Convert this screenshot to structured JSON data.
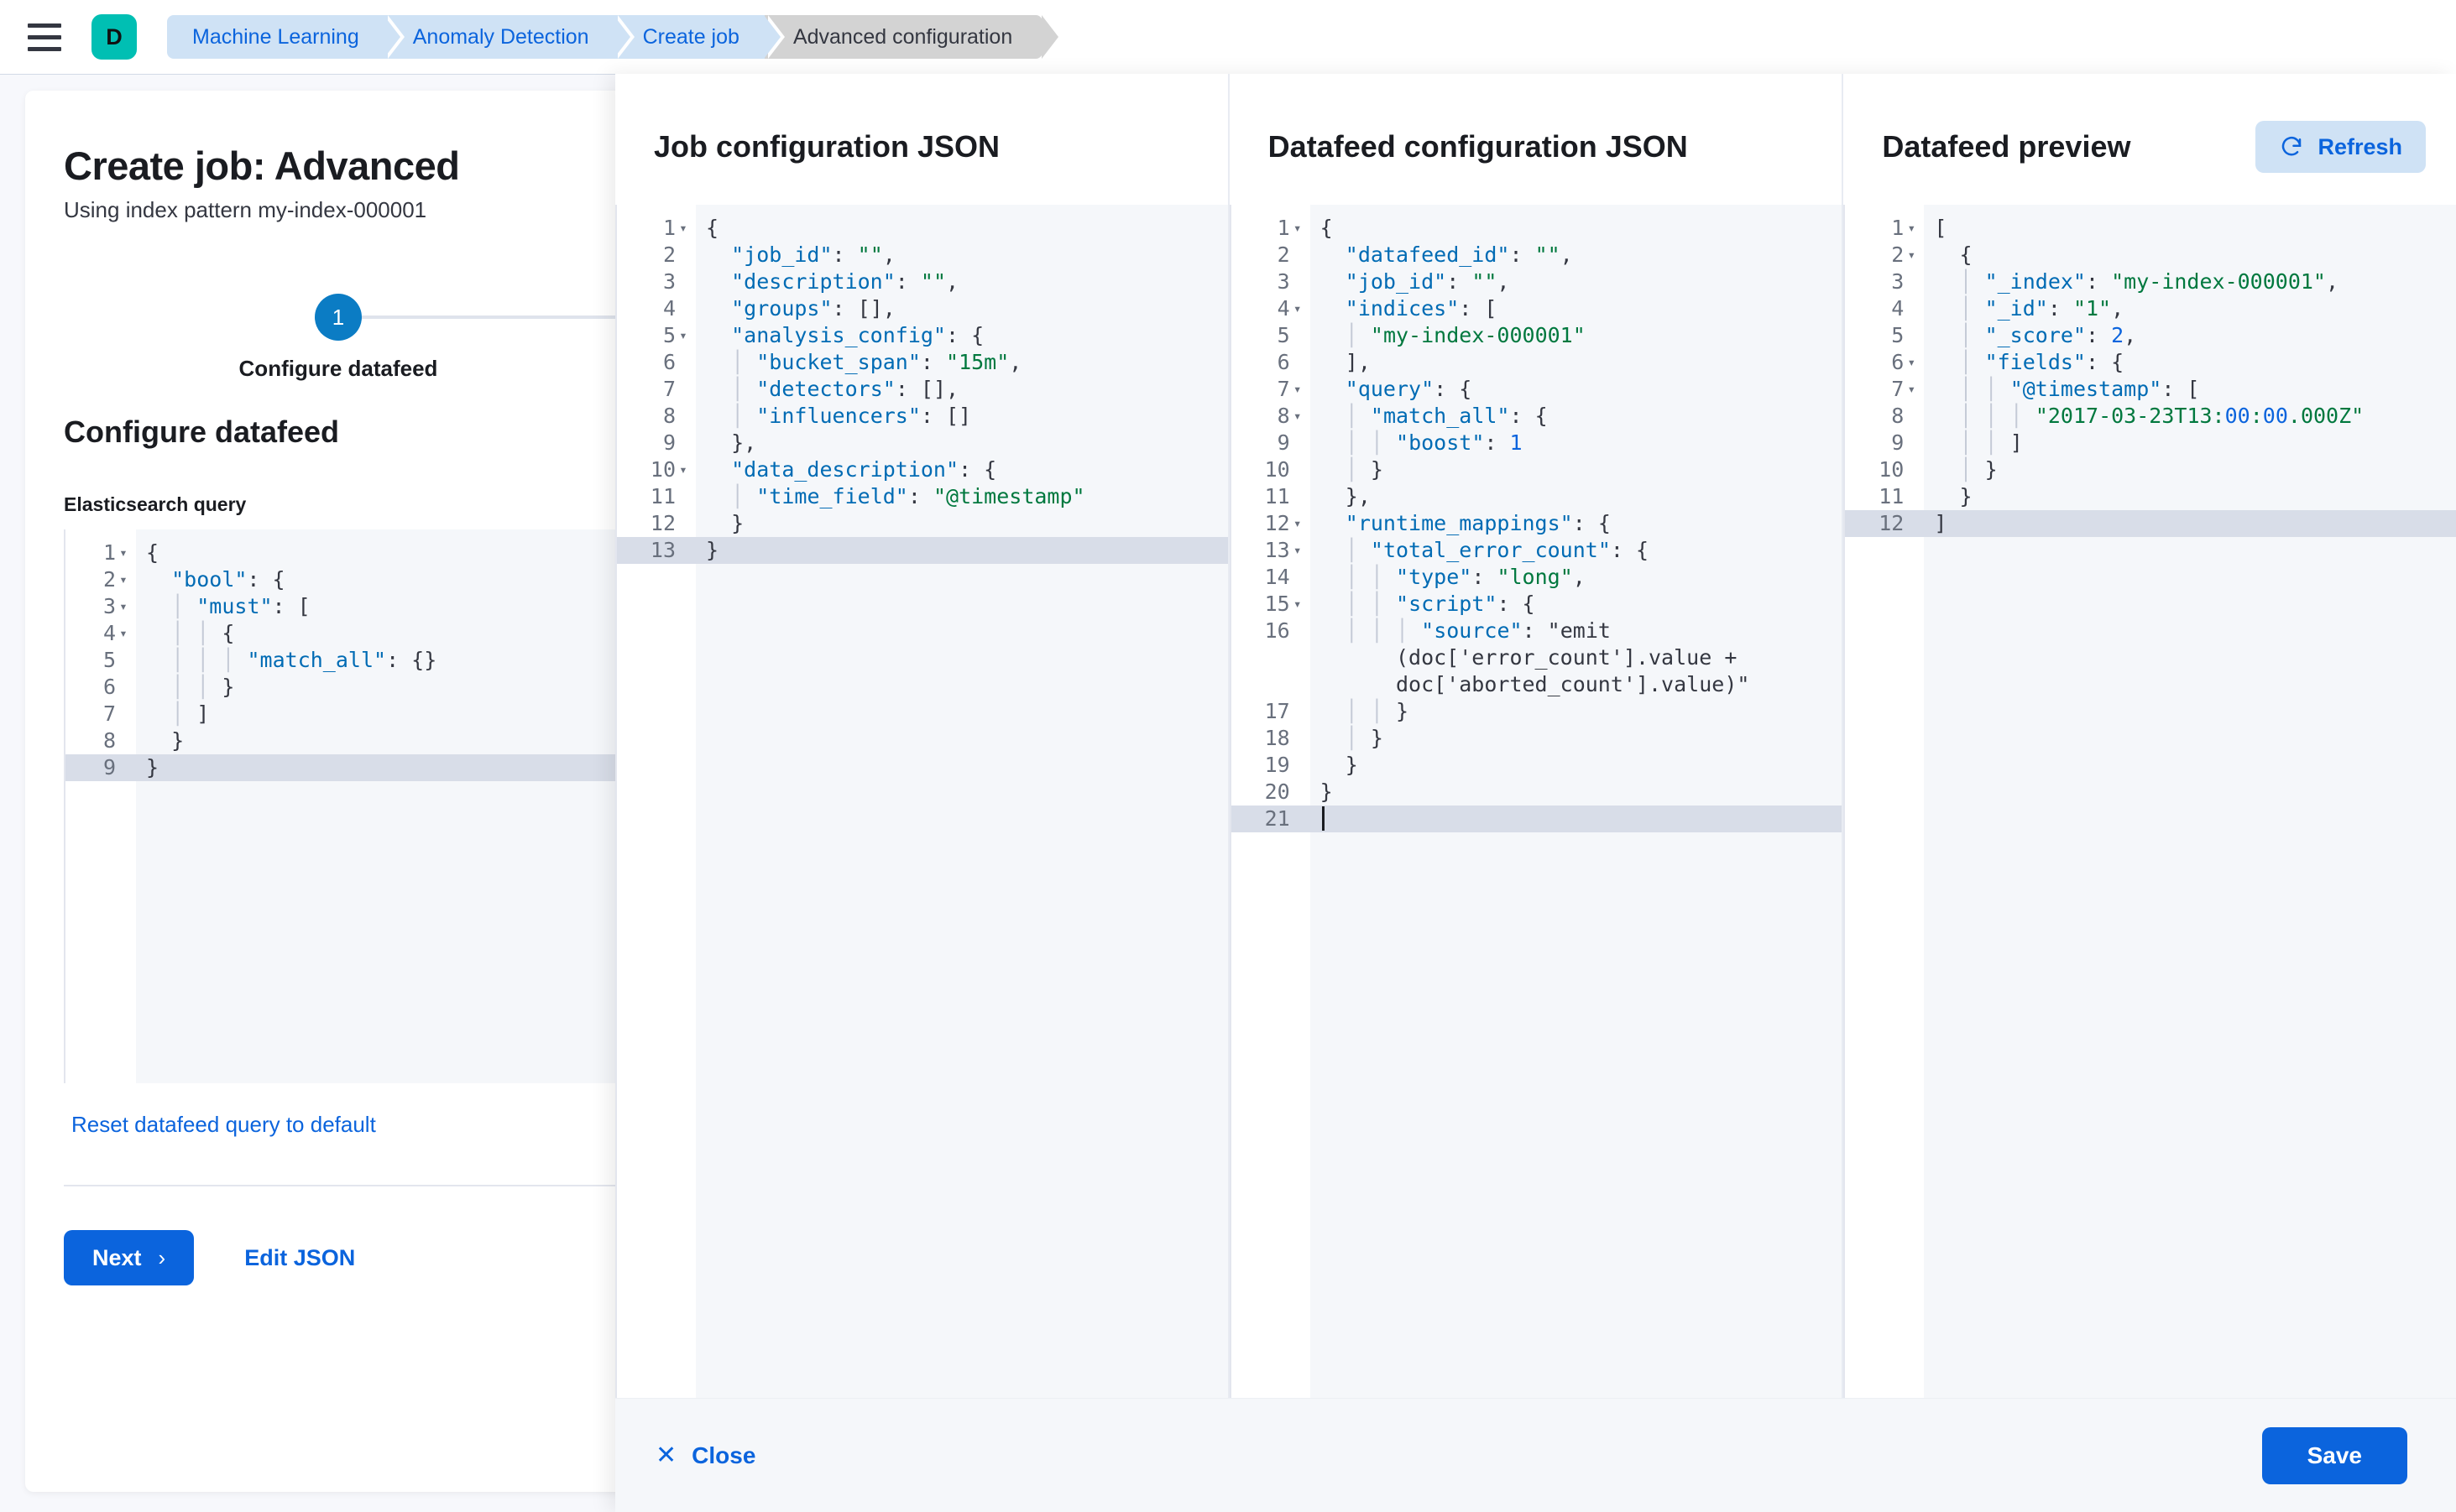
{
  "topbar": {
    "menu_icon": "hamburger-icon",
    "logo_letter": "D",
    "breadcrumbs": [
      {
        "label": "Machine Learning",
        "active": false
      },
      {
        "label": "Anomaly Detection",
        "active": false
      },
      {
        "label": "Create job",
        "active": false
      },
      {
        "label": "Advanced configuration",
        "active": true
      }
    ]
  },
  "page": {
    "title": "Create job: Advanced",
    "subtitle": "Using index pattern my-index-000001",
    "step_number": "1",
    "step_label": "Configure datafeed",
    "section_title": "Configure datafeed",
    "field_label": "Elasticsearch query",
    "reset_link": "Reset datafeed query to default",
    "next_label": "Next",
    "next_chevron": "›",
    "edit_json_label": "Edit JSON",
    "query_lines": [
      {
        "num": "1",
        "fold": true,
        "text": "{"
      },
      {
        "num": "2",
        "fold": true,
        "text": "  \"bool\": {"
      },
      {
        "num": "3",
        "fold": true,
        "text": "  │ \"must\": ["
      },
      {
        "num": "4",
        "fold": true,
        "text": "  │ │ {"
      },
      {
        "num": "5",
        "fold": false,
        "text": "  │ │ │ \"match_all\": {}"
      },
      {
        "num": "6",
        "fold": false,
        "text": "  │ │ }"
      },
      {
        "num": "7",
        "fold": false,
        "text": "  │ ]"
      },
      {
        "num": "8",
        "fold": false,
        "text": "  }"
      },
      {
        "num": "9",
        "fold": false,
        "text": "}",
        "hl": true
      }
    ]
  },
  "flyout": {
    "columns": [
      {
        "title": "Job configuration JSON",
        "has_refresh": false,
        "lines": [
          {
            "num": "1",
            "fold": true,
            "text": "{"
          },
          {
            "num": "2",
            "fold": false,
            "text": "  \"job_id\": \"\","
          },
          {
            "num": "3",
            "fold": false,
            "text": "  \"description\": \"\","
          },
          {
            "num": "4",
            "fold": false,
            "text": "  \"groups\": [],"
          },
          {
            "num": "5",
            "fold": true,
            "text": "  \"analysis_config\": {"
          },
          {
            "num": "6",
            "fold": false,
            "text": "  │ \"bucket_span\": \"15m\","
          },
          {
            "num": "7",
            "fold": false,
            "text": "  │ \"detectors\": [],"
          },
          {
            "num": "8",
            "fold": false,
            "text": "  │ \"influencers\": []"
          },
          {
            "num": "9",
            "fold": false,
            "text": "  },"
          },
          {
            "num": "10",
            "fold": true,
            "text": "  \"data_description\": {"
          },
          {
            "num": "11",
            "fold": false,
            "text": "  │ \"time_field\": \"@timestamp\""
          },
          {
            "num": "12",
            "fold": false,
            "text": "  }"
          },
          {
            "num": "13",
            "fold": false,
            "text": "}",
            "hl": true
          }
        ]
      },
      {
        "title": "Datafeed configuration JSON",
        "has_refresh": false,
        "lines": [
          {
            "num": "1",
            "fold": true,
            "text": "{"
          },
          {
            "num": "2",
            "fold": false,
            "text": "  \"datafeed_id\": \"\","
          },
          {
            "num": "3",
            "fold": false,
            "text": "  \"job_id\": \"\","
          },
          {
            "num": "4",
            "fold": true,
            "text": "  \"indices\": ["
          },
          {
            "num": "5",
            "fold": false,
            "text": "  │ \"my-index-000001\""
          },
          {
            "num": "6",
            "fold": false,
            "text": "  ],"
          },
          {
            "num": "7",
            "fold": true,
            "text": "  \"query\": {"
          },
          {
            "num": "8",
            "fold": true,
            "text": "  │ \"match_all\": {"
          },
          {
            "num": "9",
            "fold": false,
            "text": "  │ │ \"boost\": 1"
          },
          {
            "num": "10",
            "fold": false,
            "text": "  │ }"
          },
          {
            "num": "11",
            "fold": false,
            "text": "  },"
          },
          {
            "num": "12",
            "fold": true,
            "text": "  \"runtime_mappings\": {"
          },
          {
            "num": "13",
            "fold": true,
            "text": "  │ \"total_error_count\": {"
          },
          {
            "num": "14",
            "fold": false,
            "text": "  │ │ \"type\": \"long\","
          },
          {
            "num": "15",
            "fold": true,
            "text": "  │ │ \"script\": {"
          },
          {
            "num": "16",
            "fold": false,
            "wrap": true,
            "text": "  │ │ │ \"source\": \"emit\n      (doc['error_count'].value +\n      doc['aborted_count'].value)\""
          },
          {
            "num": "17",
            "fold": false,
            "text": "  │ │ }"
          },
          {
            "num": "18",
            "fold": false,
            "text": "  │ }"
          },
          {
            "num": "19",
            "fold": false,
            "text": "  }"
          },
          {
            "num": "20",
            "fold": false,
            "text": "}"
          },
          {
            "num": "21",
            "fold": false,
            "text": "",
            "hl": true,
            "caret": true
          }
        ]
      },
      {
        "title": "Datafeed preview",
        "has_refresh": true,
        "refresh_label": "Refresh",
        "refresh_icon": "refresh-icon",
        "lines": [
          {
            "num": "1",
            "fold": true,
            "text": "["
          },
          {
            "num": "2",
            "fold": true,
            "text": "  {"
          },
          {
            "num": "3",
            "fold": false,
            "text": "  │ \"_index\": \"my-index-000001\","
          },
          {
            "num": "4",
            "fold": false,
            "text": "  │ \"_id\": \"1\","
          },
          {
            "num": "5",
            "fold": false,
            "text": "  │ \"_score\": 2,"
          },
          {
            "num": "6",
            "fold": true,
            "text": "  │ \"fields\": {"
          },
          {
            "num": "7",
            "fold": true,
            "text": "  │ │ \"@timestamp\": ["
          },
          {
            "num": "8",
            "fold": false,
            "text": "  │ │ │ \"2017-03-23T13:00:00.000Z\""
          },
          {
            "num": "9",
            "fold": false,
            "text": "  │ │ ]"
          },
          {
            "num": "10",
            "fold": false,
            "text": "  │ }"
          },
          {
            "num": "11",
            "fold": false,
            "text": "  }"
          },
          {
            "num": "12",
            "fold": false,
            "text": "]",
            "hl": true
          }
        ]
      }
    ],
    "close_label": "Close",
    "close_icon": "close-icon",
    "save_label": "Save"
  },
  "colors": {
    "accent": "#0b64dd",
    "brand": "#00BFB3",
    "step": "#0b7cc4",
    "json_key": "#006BB4",
    "json_string": "#00783e",
    "editor_bg": "#f5f7fa",
    "highlight_line": "#d8dde8"
  }
}
